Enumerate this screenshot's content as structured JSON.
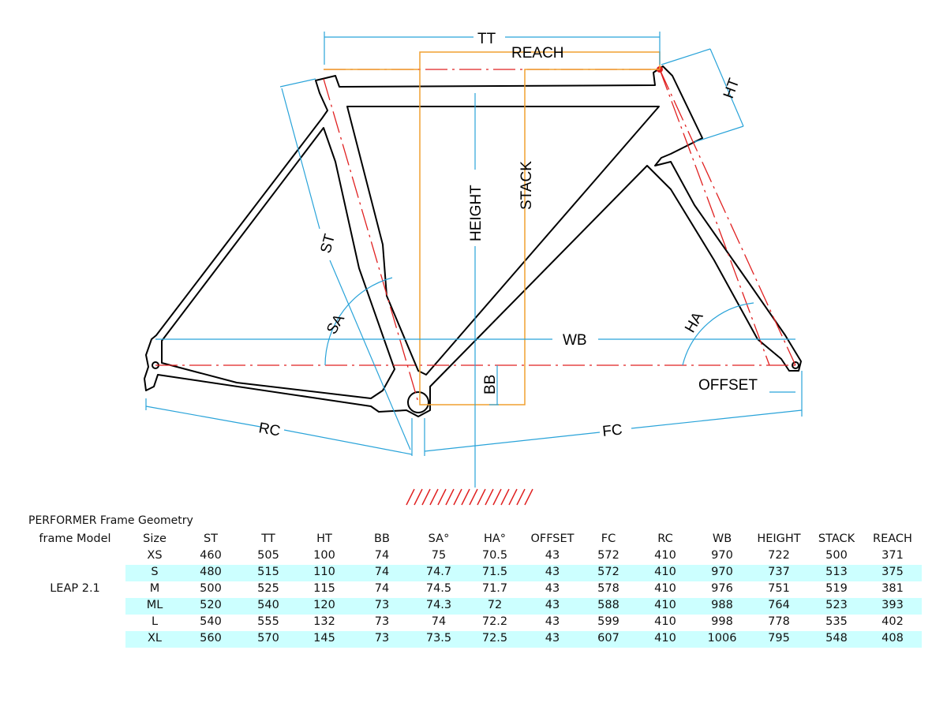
{
  "diagram": {
    "labels": {
      "tt": "TT",
      "reach": "REACH",
      "ht": "HT",
      "st": "ST",
      "height": "HEIGHT",
      "stack": "STACK",
      "sa": "SA",
      "ha": "HA",
      "wb": "WB",
      "bb": "BB",
      "offset": "OFFSET",
      "rc": "RC",
      "fc": "FC"
    },
    "colors": {
      "dimension": "#29a3d9",
      "reach_stack": "#f0a030",
      "centerline": "#e02020",
      "frame": "#000000"
    }
  },
  "table": {
    "title": "PERFORMER  Frame Geometry",
    "model_header": "frame Model",
    "model": "LEAP 2.1",
    "columns": [
      "Size",
      "ST",
      "TT",
      "HT",
      "BB",
      "SA°",
      "HA°",
      "OFFSET",
      "FC",
      "RC",
      "WB",
      "HEIGHT",
      "STACK",
      "REACH"
    ],
    "rows": [
      [
        "XS",
        "460",
        "505",
        "100",
        "74",
        "75",
        "70.5",
        "43",
        "572",
        "410",
        "970",
        "722",
        "500",
        "371"
      ],
      [
        "S",
        "480",
        "515",
        "110",
        "74",
        "74.7",
        "71.5",
        "43",
        "572",
        "410",
        "970",
        "737",
        "513",
        "375"
      ],
      [
        "M",
        "500",
        "525",
        "115",
        "74",
        "74.5",
        "71.7",
        "43",
        "578",
        "410",
        "976",
        "751",
        "519",
        "381"
      ],
      [
        "ML",
        "520",
        "540",
        "120",
        "73",
        "74.3",
        "72",
        "43",
        "588",
        "410",
        "988",
        "764",
        "523",
        "393"
      ],
      [
        "L",
        "540",
        "555",
        "132",
        "73",
        "74",
        "72.2",
        "43",
        "599",
        "410",
        "998",
        "778",
        "535",
        "402"
      ],
      [
        "XL",
        "560",
        "570",
        "145",
        "73",
        "73.5",
        "72.5",
        "43",
        "607",
        "410",
        "1006",
        "795",
        "548",
        "408"
      ]
    ]
  }
}
